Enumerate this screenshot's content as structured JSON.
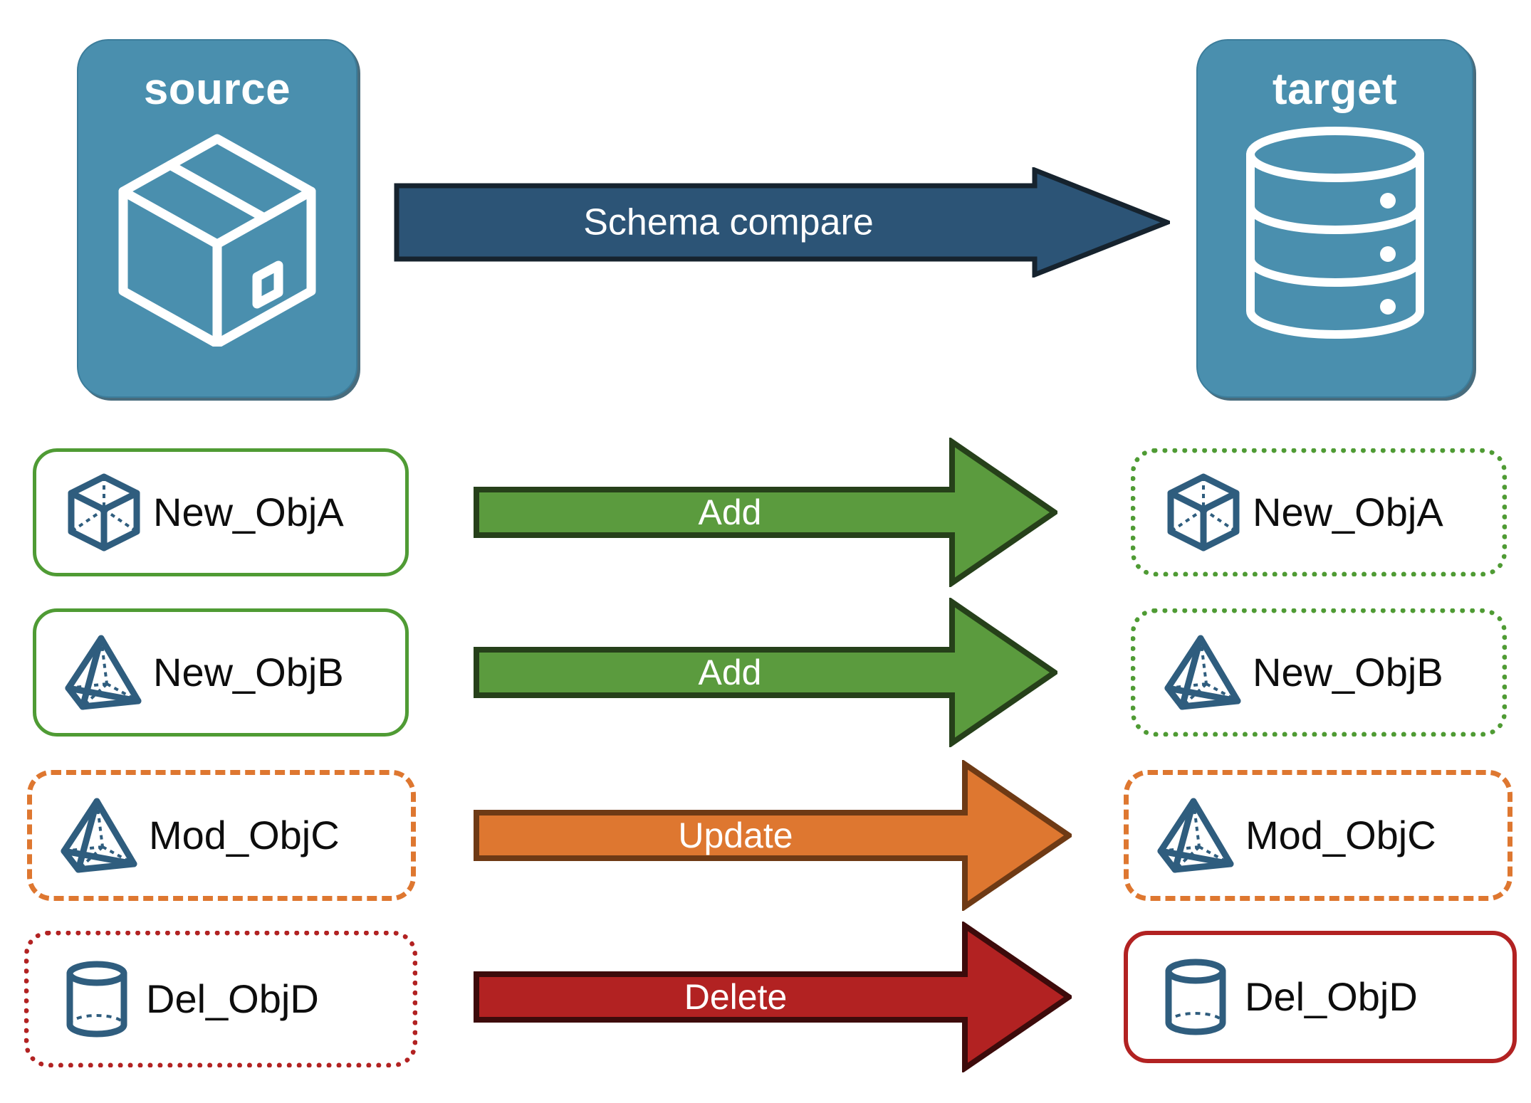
{
  "diagram": {
    "title": "Schema compare between source and target",
    "background": "#FFFFFF"
  },
  "endpoints": {
    "source": {
      "label": "source",
      "icon": "package-box-icon",
      "fill": "#4A8FAE",
      "text_color": "#FFFFFF"
    },
    "target": {
      "label": "target",
      "icon": "database-cylinder-icon",
      "fill": "#4A8FAE",
      "text_color": "#FFFFFF"
    }
  },
  "main_arrow": {
    "label": "Schema compare",
    "fill": "#2C5476",
    "outline": "#16232E",
    "text_color": "#FFFFFF",
    "direction": "right"
  },
  "legend_colors": {
    "add": "#5B9B3E",
    "add_outline": "#26401A",
    "update": "#DE7730",
    "update_outline": "#6E3A15",
    "delete": "#B22222",
    "delete_outline": "#3D0B0B",
    "object_icon": "#2F5D7E",
    "green_border": "#4F9B34",
    "orange_border": "#DE7730",
    "red_border": "#B22222"
  },
  "rows": [
    {
      "action": "Add",
      "arrow_fill": "#5B9B3E",
      "arrow_outline": "#26401A",
      "source": {
        "label": "New_ObjA",
        "icon": "cube-wireframe-icon",
        "border_style": "solid",
        "border_color": "#4F9B34"
      },
      "target": {
        "label": "New_ObjA",
        "icon": "cube-wireframe-icon",
        "border_style": "dotted",
        "border_color": "#4F9B34"
      }
    },
    {
      "action": "Add",
      "arrow_fill": "#5B9B3E",
      "arrow_outline": "#26401A",
      "source": {
        "label": "New_ObjB",
        "icon": "pyramid-wireframe-icon",
        "border_style": "solid",
        "border_color": "#4F9B34"
      },
      "target": {
        "label": "New_ObjB",
        "icon": "pyramid-wireframe-icon",
        "border_style": "dotted",
        "border_color": "#4F9B34"
      }
    },
    {
      "action": "Update",
      "arrow_fill": "#DE7730",
      "arrow_outline": "#6E3A15",
      "source": {
        "label": "Mod_ObjC",
        "icon": "pyramid-wireframe-icon",
        "border_style": "dashed",
        "border_color": "#DE7730"
      },
      "target": {
        "label": "Mod_ObjC",
        "icon": "pyramid-wireframe-icon",
        "border_style": "dashed",
        "border_color": "#DE7730"
      }
    },
    {
      "action": "Delete",
      "arrow_fill": "#B22222",
      "arrow_outline": "#3D0B0B",
      "source": {
        "label": "Del_ObjD",
        "icon": "cylinder-wireframe-icon",
        "border_style": "dotted",
        "border_color": "#B22222"
      },
      "target": {
        "label": "Del_ObjD",
        "icon": "cylinder-wireframe-icon",
        "border_style": "solid",
        "border_color": "#B22222"
      }
    }
  ]
}
